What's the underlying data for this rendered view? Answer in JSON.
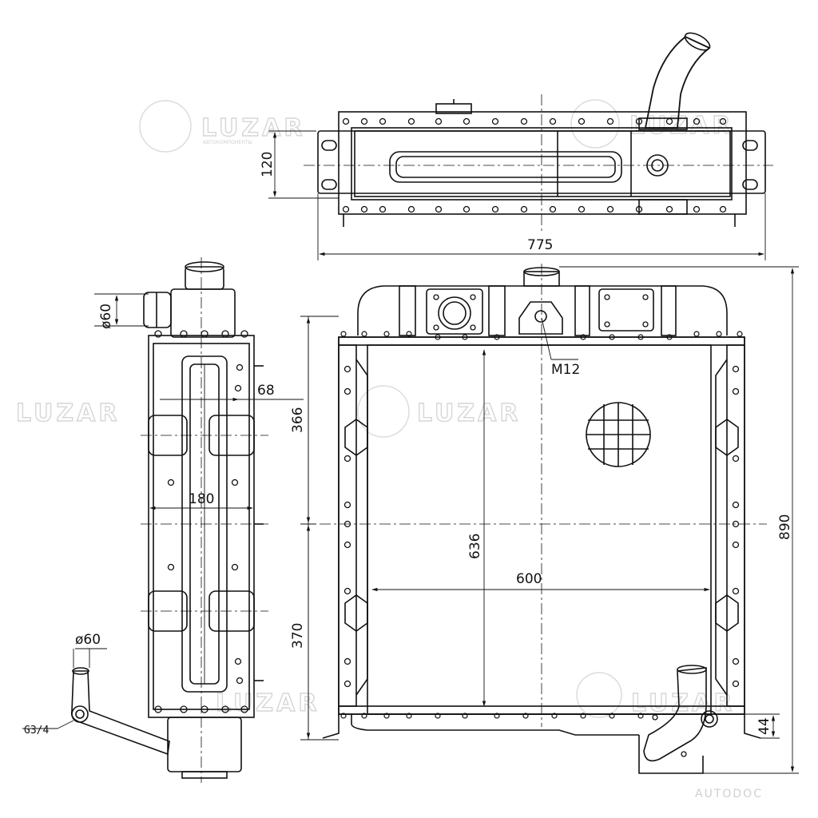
{
  "brand": {
    "watermark": "LUZAR",
    "footer_watermark": "AUTODOC"
  },
  "dimensions": {
    "top_width": "775",
    "top_depth": "120",
    "side_pipe_dia": "ø60",
    "side_offset": "68",
    "side_width": "180",
    "side_upper_height": "366",
    "side_lower_height": "370",
    "side_bottom_pipe_dia": "ø60",
    "thread": "G3/4",
    "front_core_height": "636",
    "front_core_width": "600",
    "front_total_height": "890",
    "front_bottom_offset": "44",
    "bolt_thread": "M12"
  }
}
